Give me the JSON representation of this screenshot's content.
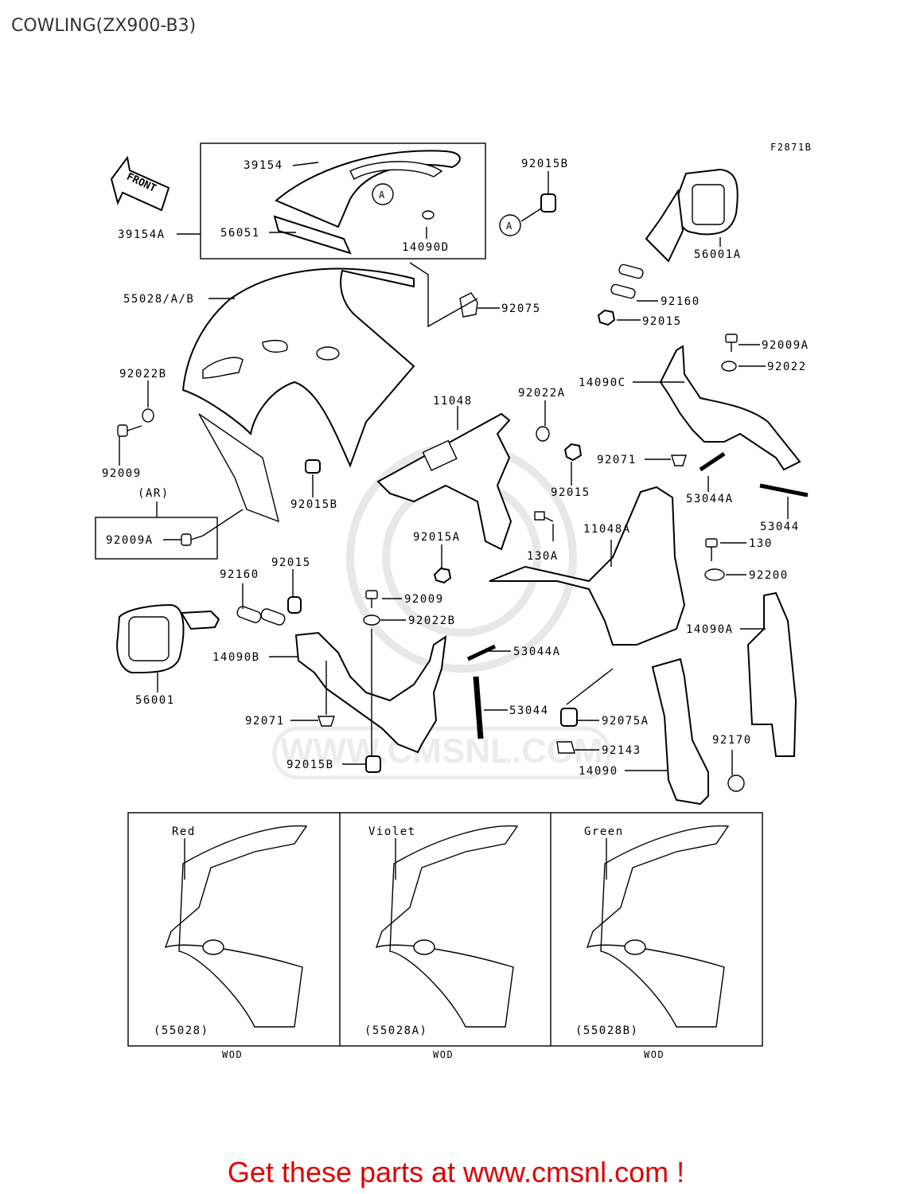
{
  "page": {
    "title": "COWLING(ZX900-B3)",
    "figure_code": "F2871B",
    "footer_cta": "Get these parts at www.cmsnl.com !",
    "watermark": "WWW.CMSNL.COM",
    "front_arrow": "FRONT"
  },
  "callouts": {
    "c39154": "39154",
    "c39154a": "39154A",
    "c56051": "56051",
    "c14090d": "14090D",
    "c92015b_top": "92015B",
    "c56001a": "56001A",
    "c55028ab": "55028/A/B",
    "c92075": "92075",
    "c92160_r": "92160",
    "c92015_r": "92015",
    "c92009a_r": "92009A",
    "c92022_r": "92022",
    "c14090c": "14090C",
    "c92022b_l": "92022B",
    "c11048": "11048",
    "c92022a": "92022A",
    "c92009_l": "92009",
    "c92071_r": "92071",
    "c53044a_r": "53044A",
    "c92015_m": "92015",
    "c53044_r": "53044",
    "c92015b_m": "92015B",
    "c_ar": "(AR)",
    "c92009a_l": "92009A",
    "c92015a": "92015A",
    "c130a": "130A",
    "c11048a": "11048A",
    "c130": "130",
    "c92200": "92200",
    "c92160_l": "92160",
    "c92015_l": "92015",
    "c92009_m": "92009",
    "c92022b_m": "92022B",
    "c14090a": "14090A",
    "c14090b": "14090B",
    "c53044a_m": "53044A",
    "c56001": "56001",
    "c53044_m": "53044",
    "c92071_l": "92071",
    "c92075a": "92075A",
    "c92170": "92170",
    "c92143": "92143",
    "c92015b_b": "92015B",
    "c14090": "14090",
    "c_a1": "A",
    "c_a2": "A"
  },
  "color_variants": [
    {
      "color": "Red",
      "part": "(55028)",
      "code": "WOD"
    },
    {
      "color": "Violet",
      "part": "(55028A)",
      "code": "WOD"
    },
    {
      "color": "Green",
      "part": "(55028B)",
      "code": "WOD"
    }
  ]
}
